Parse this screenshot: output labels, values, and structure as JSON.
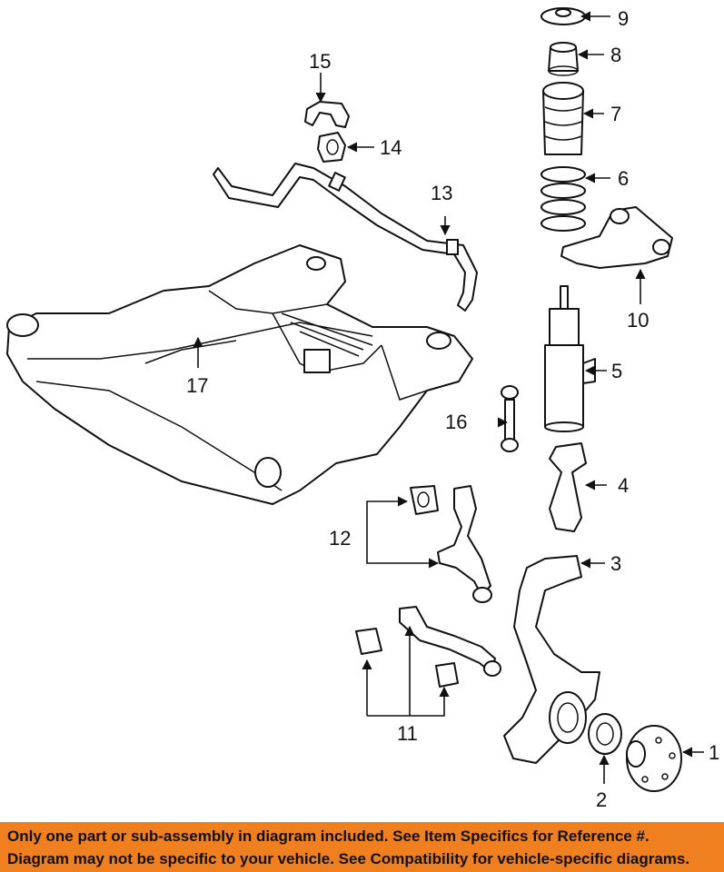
{
  "callouts": {
    "c1": "1",
    "c2": "2",
    "c3": "3",
    "c4": "4",
    "c5": "5",
    "c6": "6",
    "c7": "7",
    "c8": "8",
    "c9": "9",
    "c10": "10",
    "c11": "11",
    "c12": "12",
    "c13": "13",
    "c14": "14",
    "c15": "15",
    "c16": "16",
    "c17": "17"
  },
  "footer": {
    "line1": "Only one part or sub-assembly in diagram included. See Item Specifics for Reference #.",
    "line2": "Diagram may not be specific to your vehicle. See Compatibility for vehicle-specific diagrams."
  },
  "colors": {
    "footer_bg": "#f07f1f",
    "ink": "#111111",
    "background": "#ffffff"
  }
}
